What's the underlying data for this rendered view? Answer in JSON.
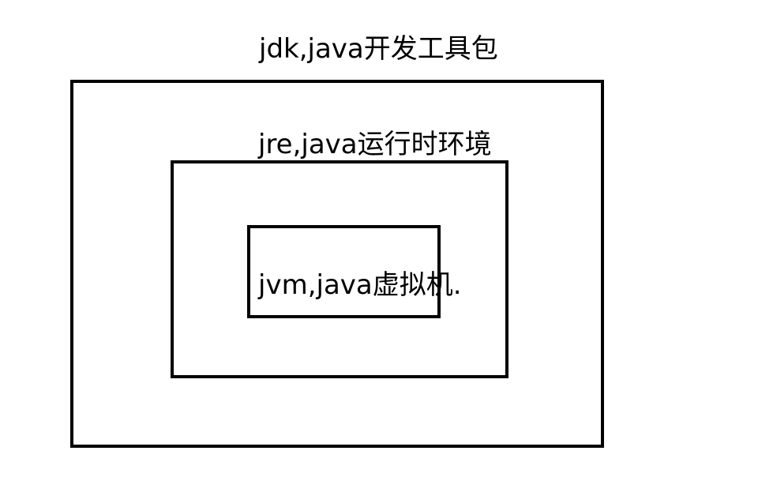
{
  "diagram": {
    "jdk": {
      "label": "jdk,java开发工具包"
    },
    "jre": {
      "label": "jre,java运行时环境"
    },
    "jvm": {
      "label": "jvm,java虚拟机."
    }
  },
  "colors": {
    "stroke": "#000000",
    "background": "#ffffff"
  }
}
